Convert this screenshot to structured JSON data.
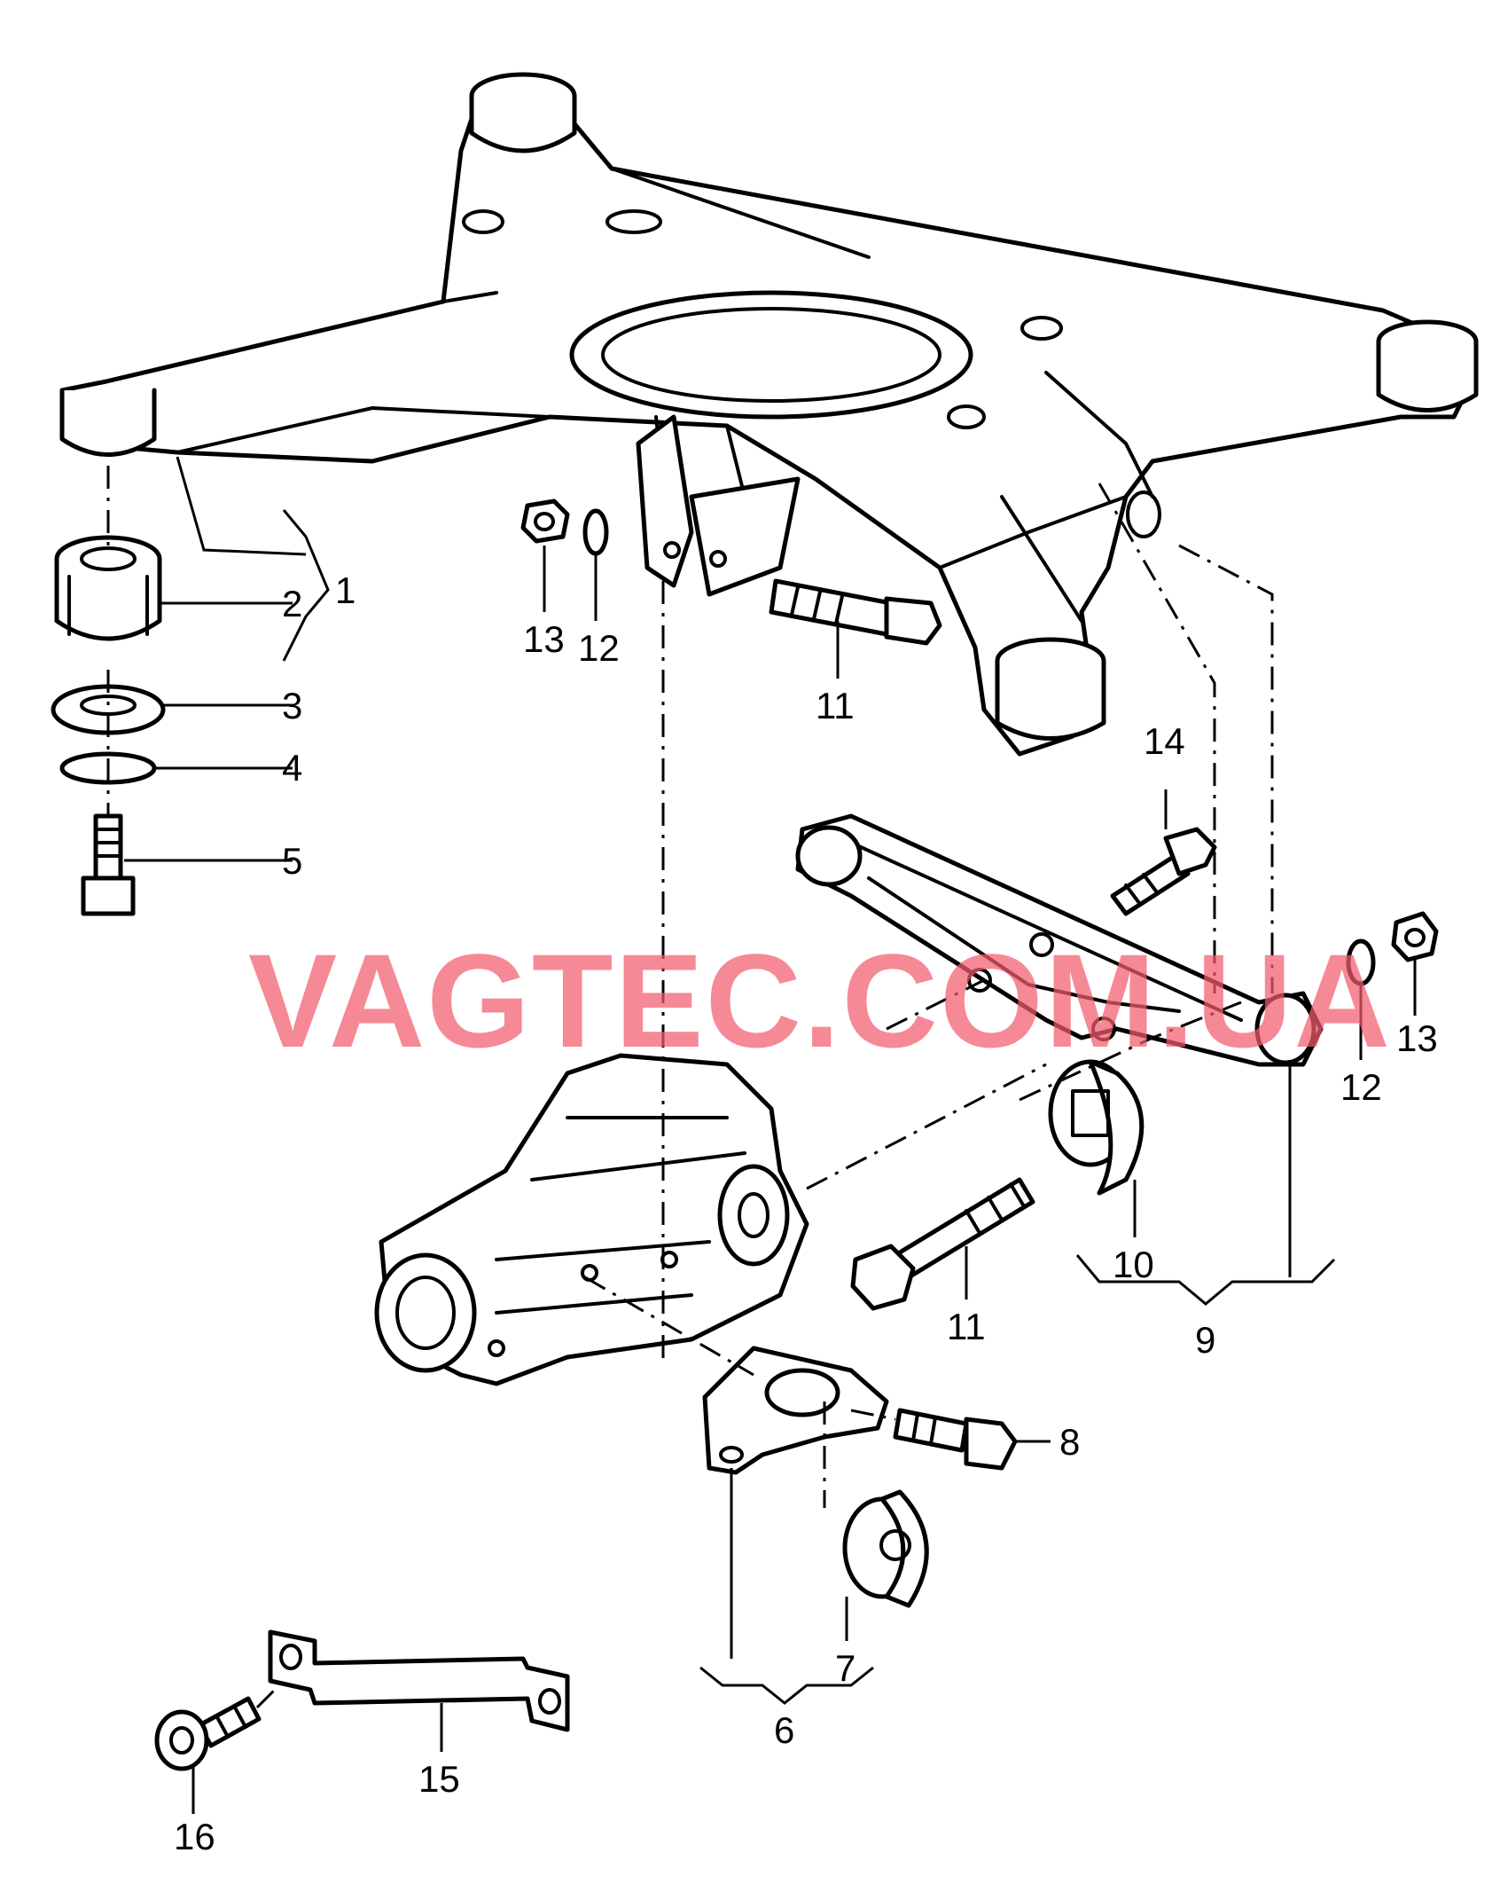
{
  "watermark": "VAGTEC.COM.UA",
  "callouts": {
    "c1": "1",
    "c2": "2",
    "c3": "3",
    "c4": "4",
    "c5": "5",
    "c6": "6",
    "c7": "7",
    "c8": "8",
    "c9": "9",
    "c10": "10",
    "c11a": "11",
    "c11b": "11",
    "c12a": "12",
    "c12b": "12",
    "c13a": "13",
    "c13b": "13",
    "c14": "14",
    "c15": "15",
    "c16": "16"
  },
  "colors": {
    "line": "#000000",
    "background": "#ffffff",
    "watermark": "#f25c6e"
  }
}
